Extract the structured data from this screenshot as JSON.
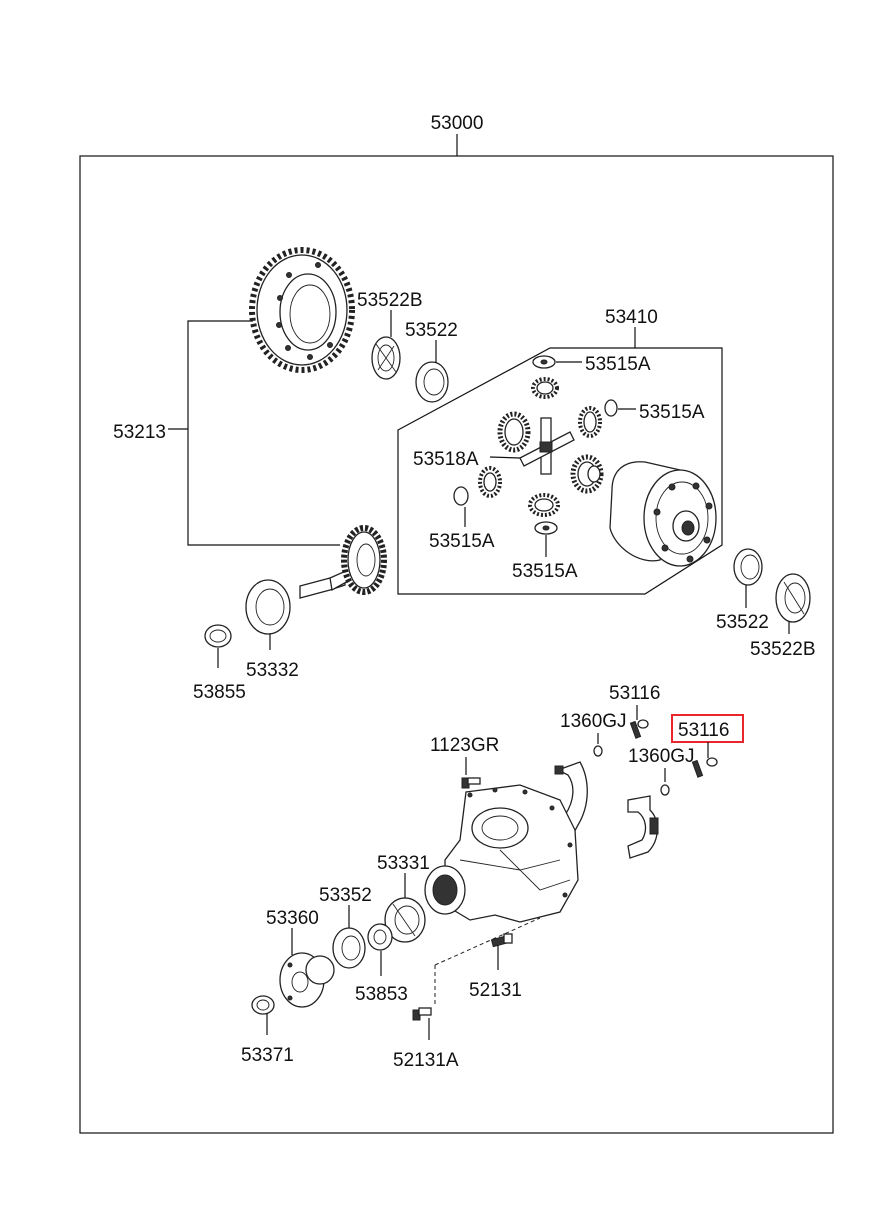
{
  "highlight_color": "#e8262b",
  "labels": {
    "assembly": "53000",
    "ring_pinion_gear_set": "53213",
    "bearing_cone_upper": "53522B",
    "bearing_cup_upper": "53522",
    "differential_case_assembly": "53410",
    "washer_top": "53515A",
    "washer_right": "53515A",
    "pinion_shaft": "53518A",
    "washer_left": "53515A",
    "washer_bottom": "53515A",
    "bearing_cup_lower": "53522",
    "bearing_cone_lower": "53522B",
    "pinion_bearing": "53332",
    "spacer": "53855",
    "cap_bolt_left": "53116",
    "washer_1360gj_left": "1360GJ",
    "cap_bolt_right_highlighted": "53116",
    "washer_1360gj_right": "1360GJ",
    "carrier_bolt": "1123GR",
    "front_bearing": "53331",
    "oil_seal": "53352",
    "companion_flange": "53360",
    "shim": "53853",
    "stud_bolt": "52131",
    "stud_bolt_a": "52131A",
    "flange_nut": "53371"
  }
}
